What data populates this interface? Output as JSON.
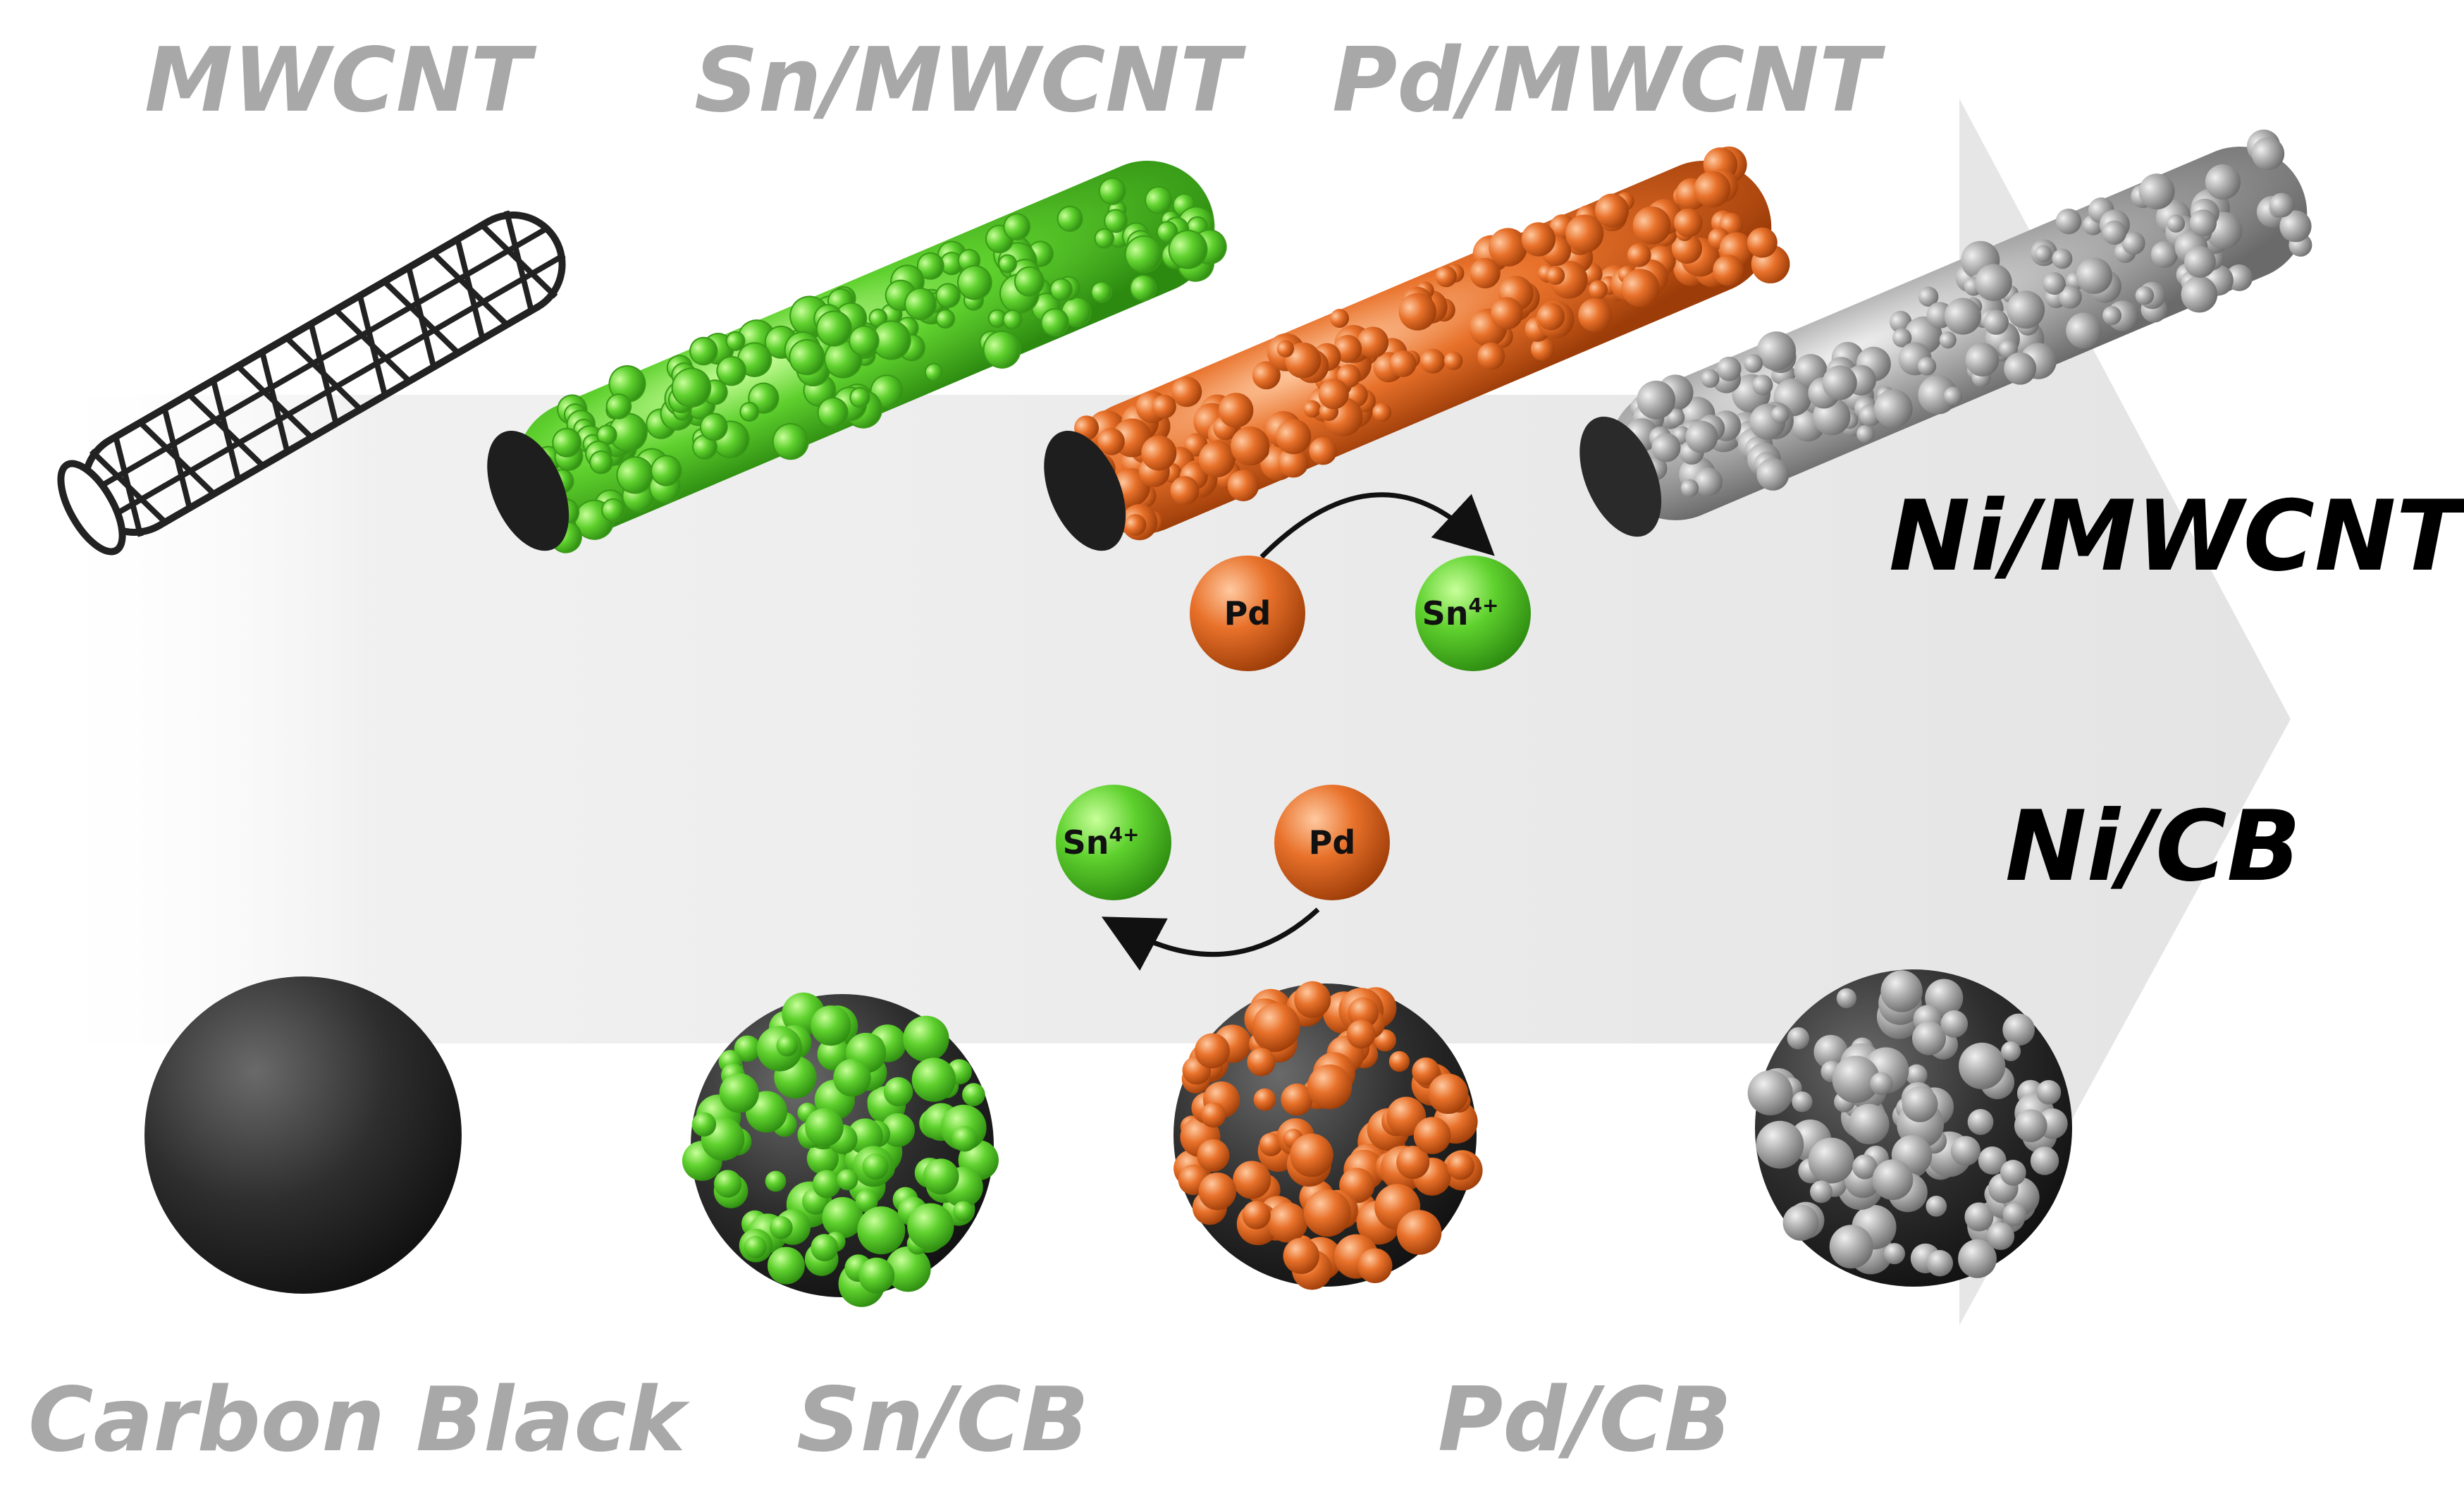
{
  "labels": {
    "mwcnt": "MWCNT",
    "sn_mwcnt": "Sn/MWCNT",
    "pd_mwcnt": "Pd/MWCNT",
    "ni_mwcnt": "Ni/MWCNT",
    "ni_cb": "Ni/CB",
    "carbon_black": "Carbon Black",
    "sn_cb": "Sn/CB",
    "pd_cb": "Pd/CB"
  },
  "ions": {
    "pd": "Pd",
    "sn": "Sn",
    "sn_charge": "4+"
  },
  "colors": {
    "carbon": "#2b2b2b",
    "sn": "#5fd12e",
    "pd": "#e8712a",
    "ni": "#a9a9a9",
    "arrow_band": "#ececec",
    "gray_label": "#a8a8a8"
  }
}
